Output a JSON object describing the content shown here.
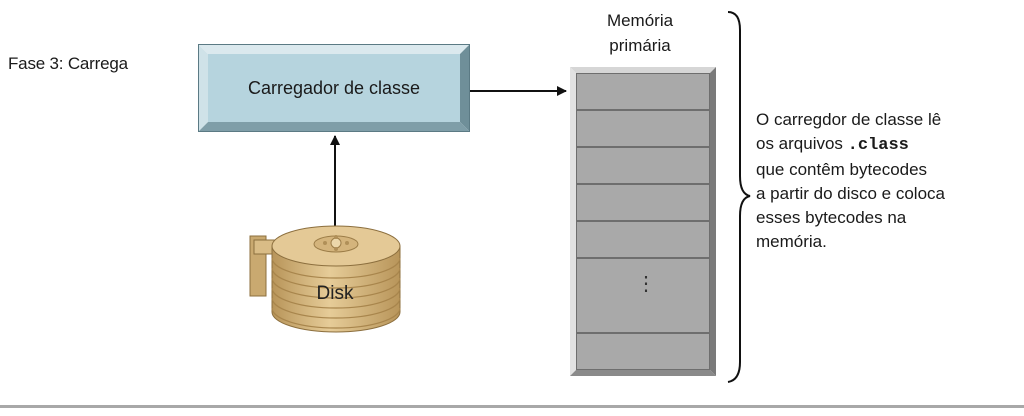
{
  "phase_label": "Fase 3: Carrega",
  "loader_box": {
    "label": "Carregador de classe",
    "fill": "#b6d4de"
  },
  "disk": {
    "label": "Disk",
    "color": "#d9bc86"
  },
  "memory": {
    "title_line1": "Memória",
    "title_line2": "primária",
    "cell_color": "#a9a9a9",
    "ellipsis": "⋮"
  },
  "description": {
    "line1": "O carregdor de classe lê",
    "line2_pre": "os arquivos ",
    "line2_code": ".class",
    "line3": "que contêm bytecodes",
    "line4": "a partir do disco e coloca",
    "line5": "esses bytecodes na",
    "line6": "memória."
  }
}
